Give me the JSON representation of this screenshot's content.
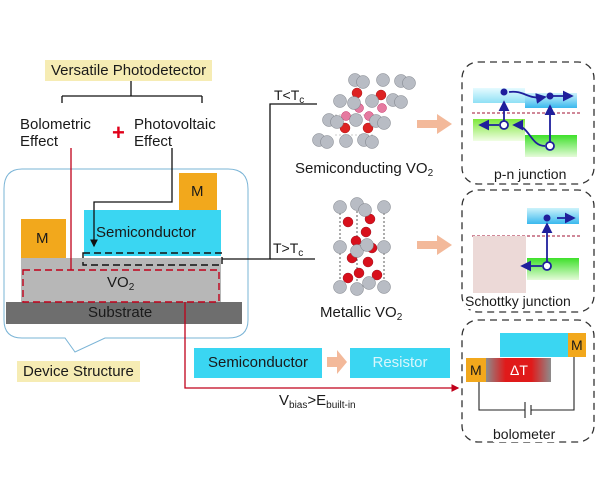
{
  "title": "Versatile Photodetector",
  "effects": {
    "bolometric_line1": "Bolometric",
    "bolometric_line2": "Effect",
    "plus": "+",
    "photovoltaic_line1": "Photovoltaic",
    "photovoltaic_line2": "Effect"
  },
  "device": {
    "caption": "Device Structure",
    "metal_left": "M",
    "metal_top": "M",
    "semiconductor": "Semiconductor",
    "vo2_base": "VO",
    "vo2_sub": "2",
    "substrate": "Substrate"
  },
  "branches": {
    "low_temp_main": "T<T",
    "low_temp_sub": "c",
    "high_temp_main": "T>T",
    "high_temp_sub": "c",
    "semiconducting_base": "Semiconducting VO",
    "semiconducting_sub": "2",
    "metallic_base": "Metallic VO",
    "metallic_sub": "2"
  },
  "panels": {
    "pn_label": "p-n junction",
    "schottky_label": "Schottky junction",
    "bolometer_label": "bolometer",
    "bolometer_metal_left": "M",
    "bolometer_metal_right": "M",
    "delta_t": "ΔT"
  },
  "conversion": {
    "from": "Semiconductor",
    "to": "Resistor",
    "condition_v": "V",
    "condition_v_sub": "bias",
    "condition_gt": ">E",
    "condition_e_sub": "built-in"
  },
  "colors": {
    "metal": "#f2a81c",
    "semiconductor": "#3ad6f2",
    "vo2": "#b7b7b7",
    "substrate": "#6e6e6e",
    "tag_bg": "#f6ecb4",
    "red_line": "#c0001a",
    "arrow": "#f3b99a",
    "band_blue": "#1f1f9c"
  }
}
